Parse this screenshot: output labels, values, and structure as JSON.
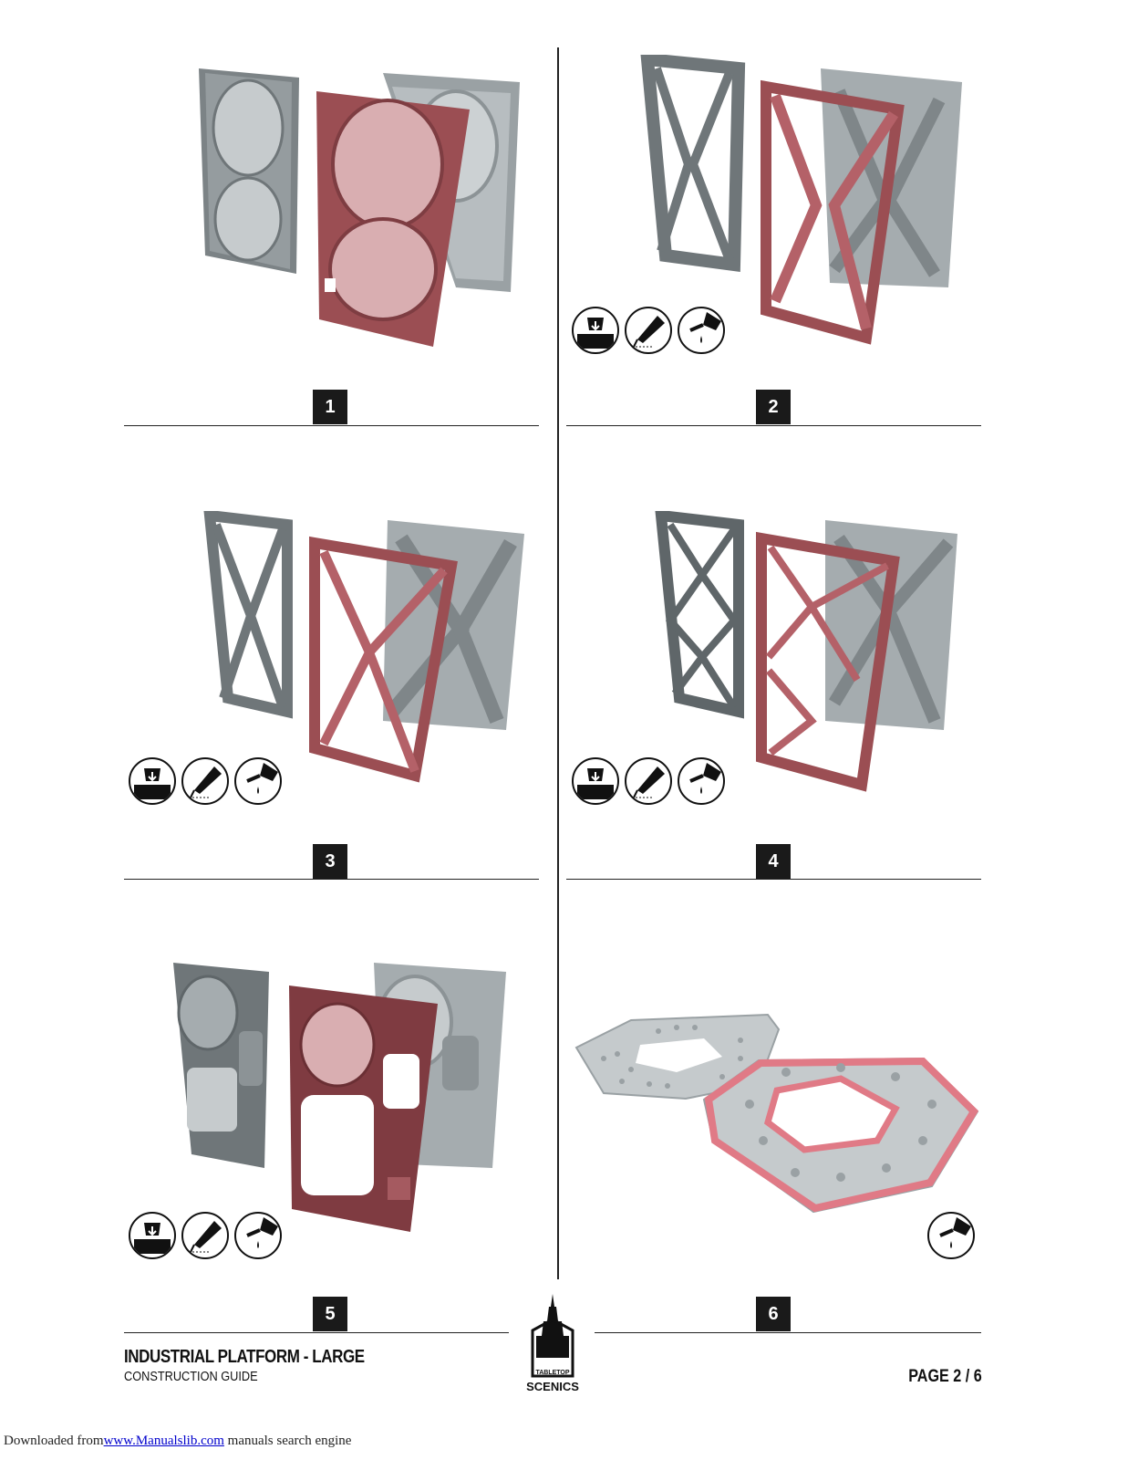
{
  "steps": [
    {
      "number": "1",
      "icons": []
    },
    {
      "number": "2",
      "icons": [
        "press-icon",
        "pen-knife-icon",
        "glue-icon"
      ]
    },
    {
      "number": "3",
      "icons": [
        "press-icon",
        "pen-knife-icon",
        "glue-icon"
      ]
    },
    {
      "number": "4",
      "icons": [
        "press-icon",
        "pen-knife-icon",
        "glue-icon"
      ]
    },
    {
      "number": "5",
      "icons": [
        "press-icon",
        "pen-knife-icon",
        "glue-icon"
      ]
    },
    {
      "number": "6",
      "icons": [
        "glue-icon"
      ]
    }
  ],
  "colors": {
    "grey_part": "#8c9396",
    "red_part": "#9b4e53",
    "pink_part": "#e07a86",
    "rule": "#222222"
  },
  "footer": {
    "title": "INDUSTRIAL PLATFORM - LARGE",
    "subtitle": "CONSTRUCTION GUIDE",
    "page_label": "PAGE",
    "page_value": "2 / 6",
    "logo_top": "TABLETOP",
    "logo_bottom": "SCENICS"
  },
  "download": {
    "prefix": "Downloaded from",
    "link": "www.Manualslib.com",
    "suffix": " manuals search engine"
  }
}
